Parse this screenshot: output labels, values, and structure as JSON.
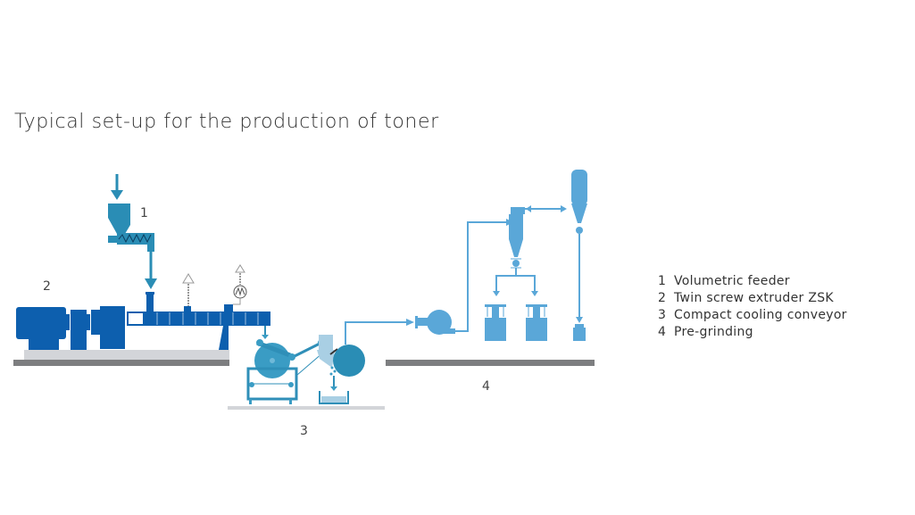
{
  "title": "Typical set-up for the production of toner",
  "labels": {
    "n1": "1",
    "n2": "2",
    "n3": "3",
    "n4": "4"
  },
  "legend": [
    {
      "num": "1",
      "text": "Volumetric feeder"
    },
    {
      "num": "2",
      "text": "Twin screw extruder ZSK"
    },
    {
      "num": "3",
      "text": "Compact cooling conveyor"
    },
    {
      "num": "4",
      "text": "Pre-grinding"
    }
  ],
  "colors": {
    "extruder": "#0d5fae",
    "feeder": "#2a8db5",
    "cooler": "#3a9cc4",
    "grinding": "#5aa7d8",
    "ground": "#7d7e80",
    "base": "#d3d5d9"
  }
}
